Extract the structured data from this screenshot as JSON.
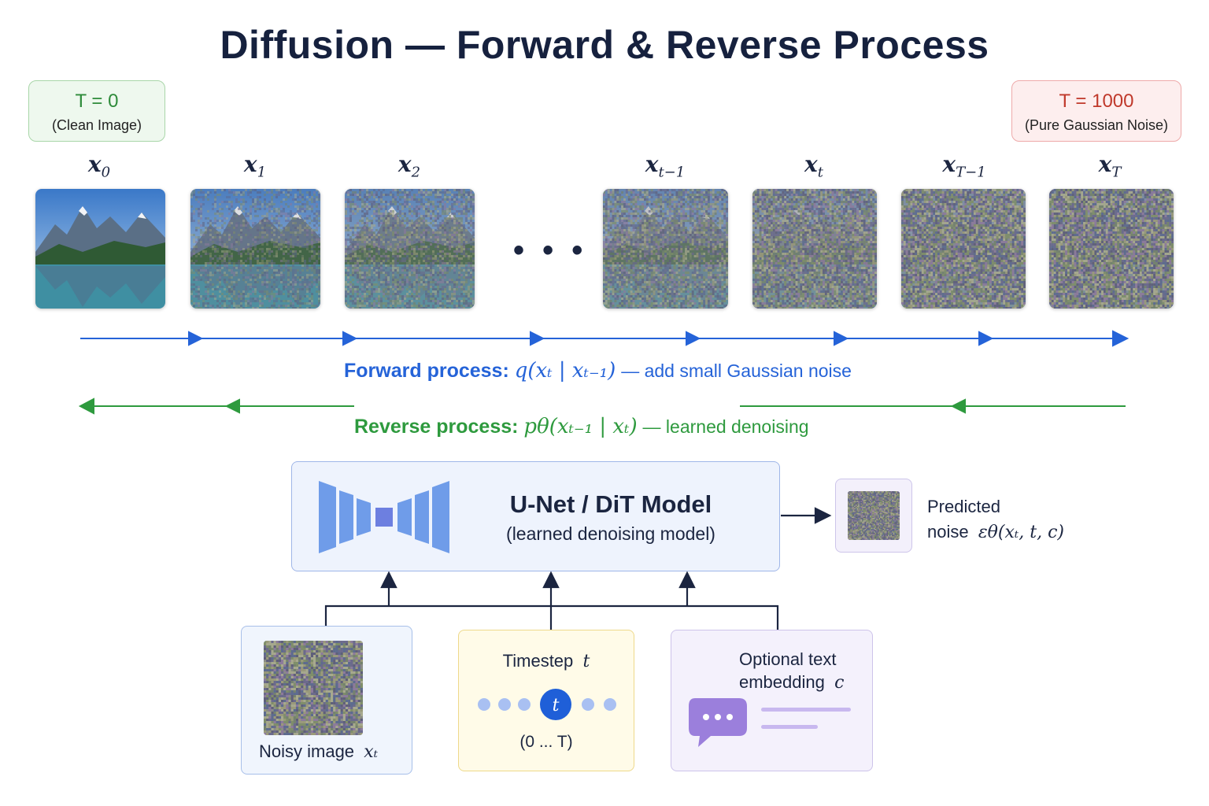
{
  "title": "Diffusion — Forward & Reverse Process",
  "start_tag": {
    "line1": "T = 0",
    "line2": "(Clean Image)"
  },
  "end_tag": {
    "line1": "T = 1000",
    "line2": "(Pure Gaussian Noise)"
  },
  "frames": [
    {
      "label": "x",
      "sub": "0",
      "noise": 0.0
    },
    {
      "label": "x",
      "sub": "1",
      "noise": 0.25
    },
    {
      "label": "x",
      "sub": "2",
      "noise": 0.45
    },
    {
      "label": "x",
      "sub": "t−1",
      "noise": 0.62
    },
    {
      "label": "x",
      "sub": "t",
      "noise": 0.82
    },
    {
      "label": "x",
      "sub": "T−1",
      "noise": 0.95
    },
    {
      "label": "x",
      "sub": "T",
      "noise": 1.0
    }
  ],
  "ellipsis": "• • •",
  "forward": {
    "label": "Forward process:",
    "equation": "q(x_t | x_{t−1})",
    "equation_display": "q(xₜ | xₜ₋₁)",
    "description": "— add small Gaussian noise"
  },
  "reverse": {
    "label": "Reverse process:",
    "equation_display": "pθ(xₜ₋₁ | xₜ)",
    "description": "— learned denoising"
  },
  "model": {
    "title": "U-Net / DiT Model",
    "subtitle": "(learned denoising model)"
  },
  "prediction": {
    "line1": "Predicted",
    "line2": "noise",
    "equation_display": "εθ(xₜ, t, c)"
  },
  "inputs": {
    "noisy": {
      "label": "Noisy image",
      "symbol": "xₜ"
    },
    "timestep": {
      "label": "Timestep",
      "symbol": "t",
      "range": "(0 ... T)",
      "marker": "t"
    },
    "text": {
      "line1": "Optional text",
      "line2": "embedding",
      "symbol": "c"
    }
  },
  "colors": {
    "forward": "#2563d8",
    "reverse": "#2e9a3e",
    "title": "#16213e",
    "unet": "#6f9ce9",
    "bottleneck": "#6d7fe0",
    "timestep_dot": "#a9c0f2",
    "timestep_active": "#1f5fd8",
    "bubble": "#9b7fdc"
  }
}
